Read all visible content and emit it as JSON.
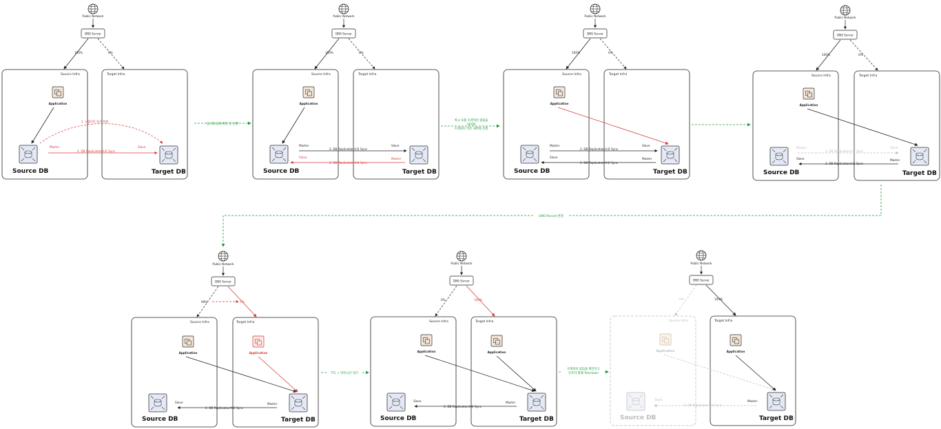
{
  "labels": {
    "public_network": "Public Network",
    "dns_server": "DNS Server",
    "source_infra": "Source Infra",
    "target_infra": "Target Infra",
    "application": "Application",
    "source_db": "Source DB",
    "target_db": "Target DB",
    "master": "Master",
    "slave": "Slave",
    "replication": "2. DB Replication으로 Sync",
    "step1_note": "1. 시점이후 동기 복제"
  },
  "stages": [
    {
      "dns_left": "100%",
      "dns_right": "0%"
    },
    {
      "dns_left": "100%",
      "dns_right": "0%"
    },
    {
      "dns_left": "100%",
      "dns_right": "0%"
    },
    {
      "dns_left": "100%",
      "dns_right": "0%"
    },
    {
      "dns_left": "99%",
      "dns_right": "1%"
    },
    {
      "dns_left": "0%",
      "dns_right": "100%"
    },
    {
      "dns_left": "0%",
      "dns_right": "100%"
    }
  ],
  "transitions": {
    "t1": "동기화 상태 확인 후 전환",
    "t2_line1": "혹시 모를 트랜잭션 충돌을",
    "t2_line2": "대비해",
    "t2_line3": "트래픽이 적은 새벽에 진행",
    "t3": "",
    "t4": "DNS Record 변경",
    "t5": "TTL + 여유시간 대기",
    "t6_line1": "트래픽이 없음을 확인하고",
    "t6_line2": "인프라 철폐 Teardown"
  },
  "colors": {
    "accent_red": "#d63a3a",
    "transition_green": "#1f9d3a",
    "faded": "#bdbdbd",
    "db_fill": "#e4e9f5",
    "app_fill": "#f3e6d8"
  }
}
